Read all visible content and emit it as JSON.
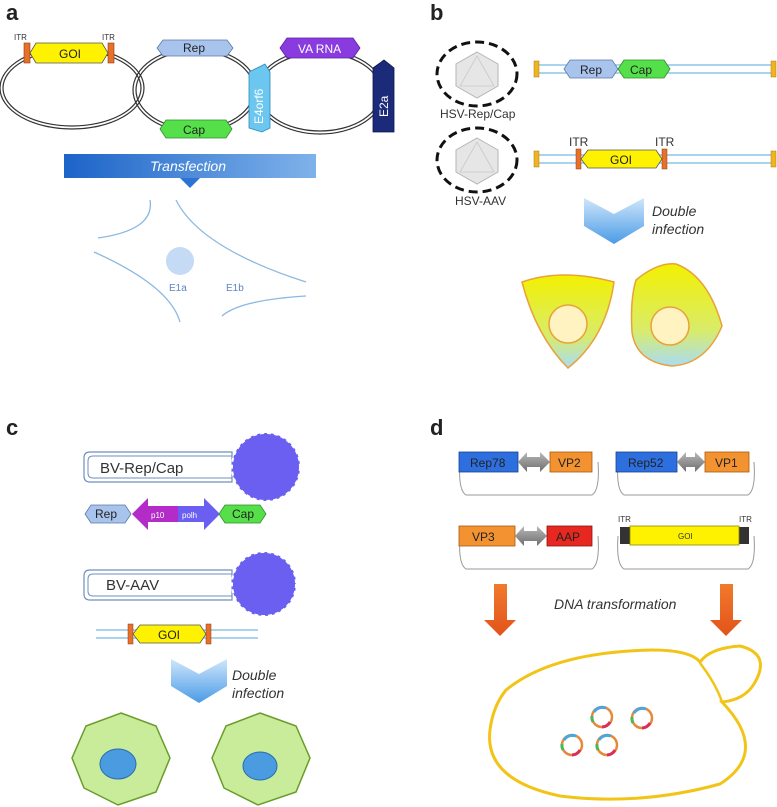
{
  "panels": {
    "a": {
      "letter": "a",
      "plasmid1": {
        "itr_left": "ITR",
        "itr_right": "ITR",
        "goi": "GOI"
      },
      "plasmid2": {
        "rep": "Rep",
        "cap": "Cap"
      },
      "plasmid3": {
        "va_rna": "VA RNA",
        "e4orf6": "E4orf6",
        "e2a": "E2a"
      },
      "transfection_label": "Transfection",
      "cell": {
        "e1a": "E1a",
        "e1b": "E1b"
      }
    },
    "b": {
      "letter": "b",
      "virus1_label": "HSV-Rep/Cap",
      "virus2_label": "HSV-AAV",
      "construct1": {
        "rep": "Rep",
        "cap": "Cap"
      },
      "construct2": {
        "itr_left": "ITR",
        "itr_right": "ITR",
        "goi": "GOI"
      },
      "infection_label": [
        "Double",
        "infection"
      ]
    },
    "c": {
      "letter": "c",
      "bv1_label": "BV-Rep/Cap",
      "construct1": {
        "rep": "Rep",
        "p10": "p10",
        "polh": "polh",
        "cap": "Cap"
      },
      "bv2_label": "BV-AAV",
      "construct2": {
        "goi": "GOI"
      },
      "infection_label": [
        "Double",
        "infection"
      ]
    },
    "d": {
      "letter": "d",
      "plasmid1": {
        "left": "Rep78",
        "right": "VP2"
      },
      "plasmid2": {
        "left": "Rep52",
        "right": "VP1"
      },
      "plasmid3": {
        "left": "VP3",
        "right": "AAP"
      },
      "plasmid4": {
        "itr_left": "ITR",
        "itr_right": "ITR",
        "goi": "GOI"
      },
      "transformation_label": "DNA transformation"
    }
  },
  "colors": {
    "itr": "#e8702a",
    "goi": "#fff200",
    "rep": "#a9c4ec",
    "cap": "#55e04a",
    "va_rna": "#8a3be0",
    "e4orf6": "#6cc7f0",
    "e2a": "#1c2a7a",
    "bv_particle": "#6a5ff0",
    "cell_green": "#c8ec9a",
    "nucleus_blue": "#4a9be0",
    "rep_blue": "#2e6fe0",
    "vp_orange": "#f39230",
    "aap_red": "#e62820",
    "arrow_orange": "#e8621e"
  }
}
